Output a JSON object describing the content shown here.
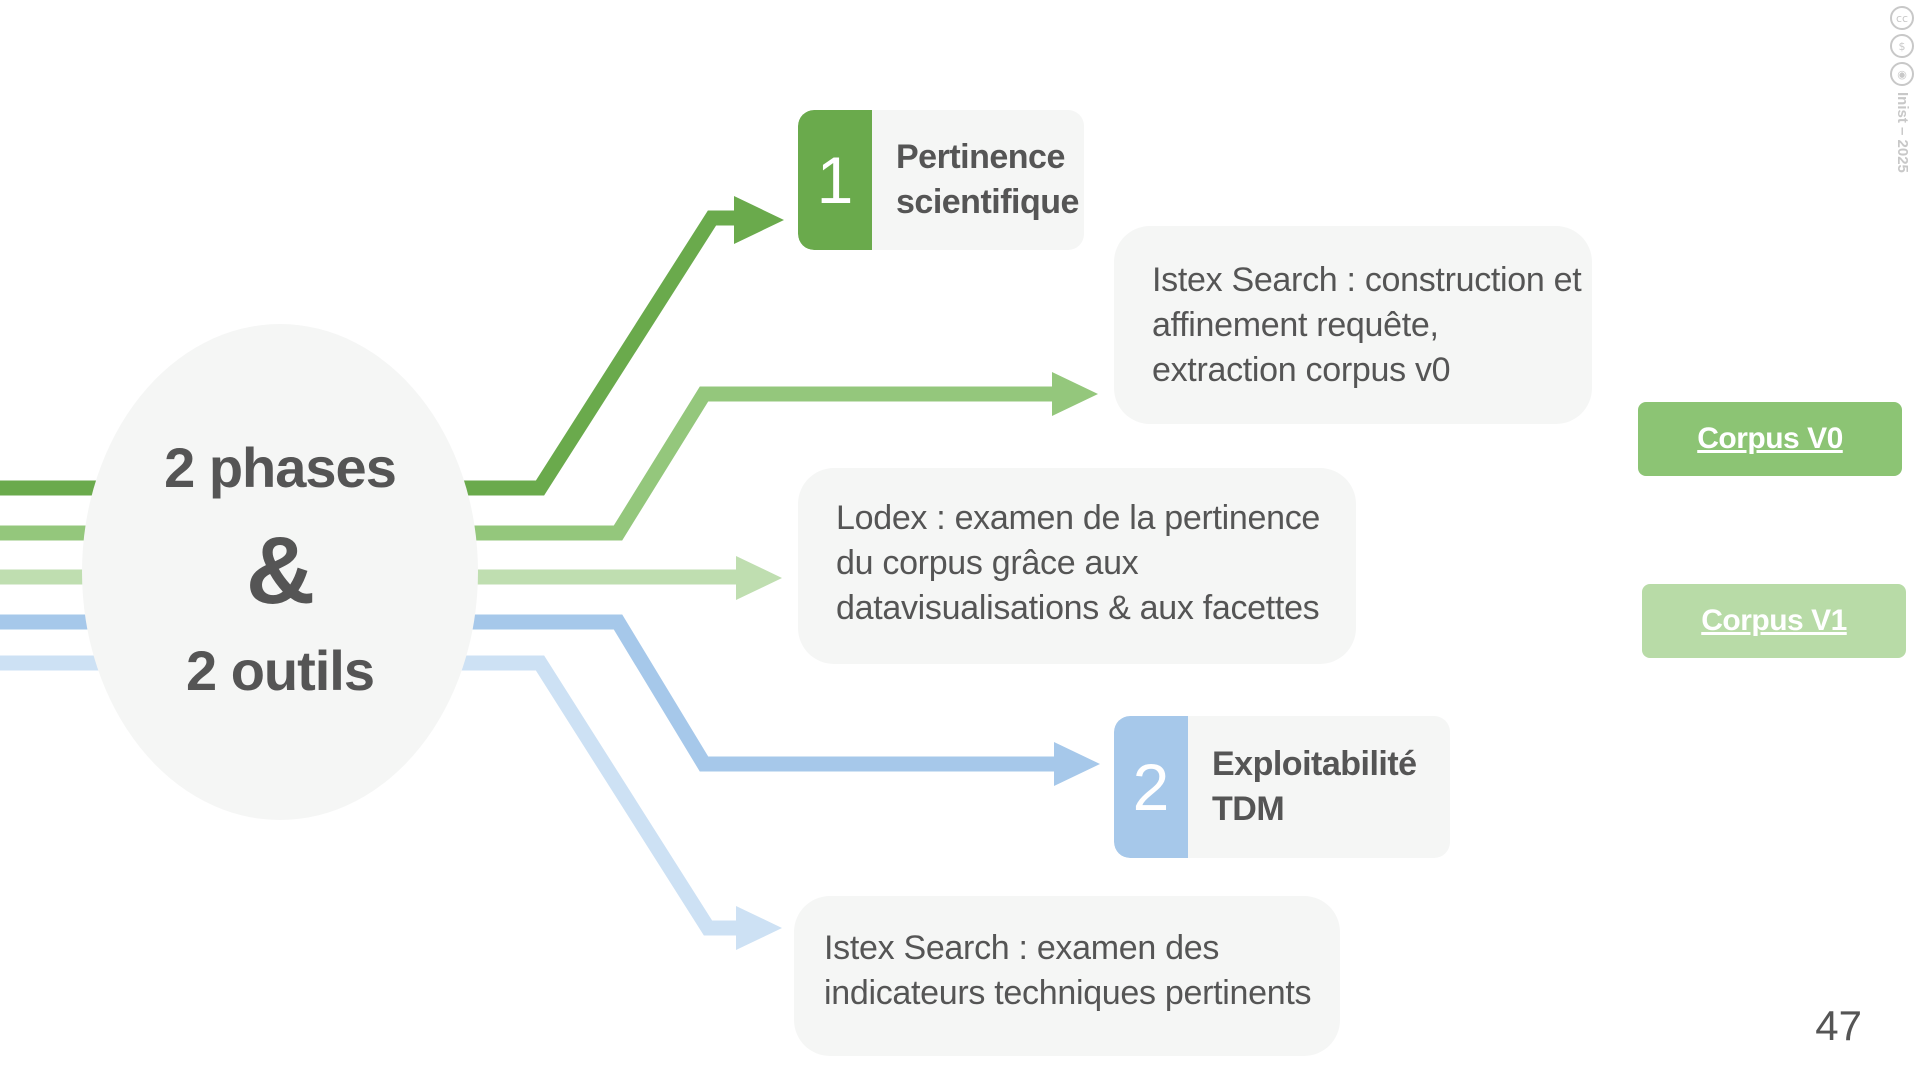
{
  "hub": {
    "line1": "2 phases",
    "ampersand": "&",
    "line2": "2 outils"
  },
  "phases": [
    {
      "number": "1",
      "title_line1": "Pertinence",
      "title_line2": "scientifique",
      "color": "#6aaa4c"
    },
    {
      "number": "2",
      "title_line1": "Exploitabilité",
      "title_line2": "TDM",
      "color": "#a6c8ea"
    }
  ],
  "notes": {
    "istex_search_construction": [
      "Istex Search : construction et",
      "affinement requête,",
      "extraction corpus v0"
    ],
    "lodex": [
      "Lodex : examen de la pertinence",
      "du corpus grâce aux",
      "datavisualisations & aux facettes"
    ],
    "istex_search_indicators": [
      "Istex Search : examen des",
      "indicateurs techniques pertinents"
    ]
  },
  "corpus_buttons": {
    "v0": {
      "label": "Corpus V0",
      "color": "#8cc474"
    },
    "v1": {
      "label": "Corpus V1",
      "color": "#b8dba7"
    }
  },
  "flow_colors": {
    "green_dark": "#6aaa4c",
    "green_mid": "#94c77c",
    "green_light": "#bfdeb0",
    "blue_mid": "#a6c8ea",
    "blue_light": "#cde1f4"
  },
  "license": {
    "icons": [
      "cc-icon",
      "non-commercial-icon",
      "attribution-icon"
    ],
    "text": "Inist – 2025"
  },
  "page_number": "47"
}
